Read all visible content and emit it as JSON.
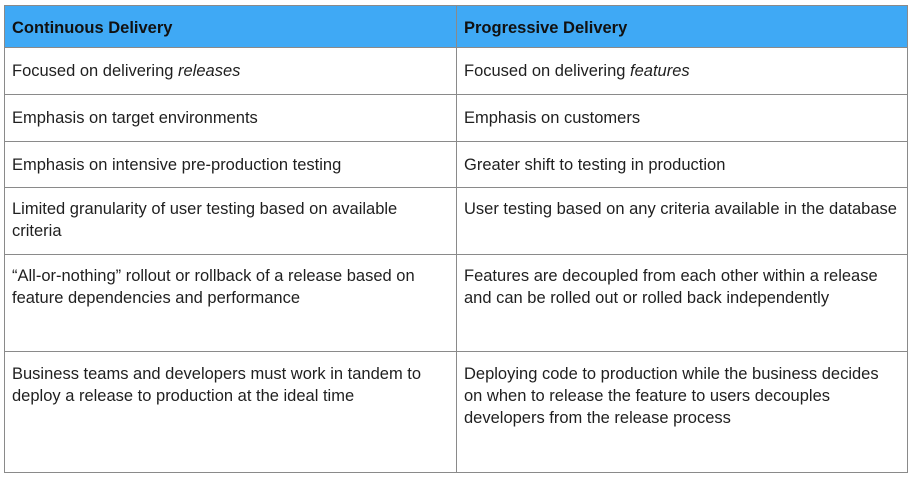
{
  "table": {
    "headers": [
      "Continuous Delivery",
      "Progressive Delivery"
    ],
    "rows": [
      {
        "left": {
          "text": "Focused on delivering ",
          "em": "releases"
        },
        "right": {
          "text": "Focused on delivering ",
          "em": "features"
        }
      },
      {
        "left": {
          "text": "Emphasis on target environments"
        },
        "right": {
          "text": "Emphasis on customers"
        }
      },
      {
        "left": {
          "text": "Emphasis on intensive pre-production testing"
        },
        "right": {
          "text": "Greater shift to testing in production"
        }
      },
      {
        "left": {
          "text": "Limited granularity of user testing based on available criteria"
        },
        "right": {
          "text": "User testing based on any criteria available in the database"
        }
      },
      {
        "left": {
          "text": "“All-or-nothing” rollout or rollback of a release based on feature dependencies and performance"
        },
        "right": {
          "text": "Features are decoupled from each other within a release and can be rolled out or rolled back independently"
        }
      },
      {
        "left": {
          "text": "Business teams and developers must work in tandem to deploy a release to production at the ideal time"
        },
        "right": {
          "text": "Deploying code to production while the business decides on when to release the feature to users decouples developers from the release process"
        }
      }
    ]
  }
}
